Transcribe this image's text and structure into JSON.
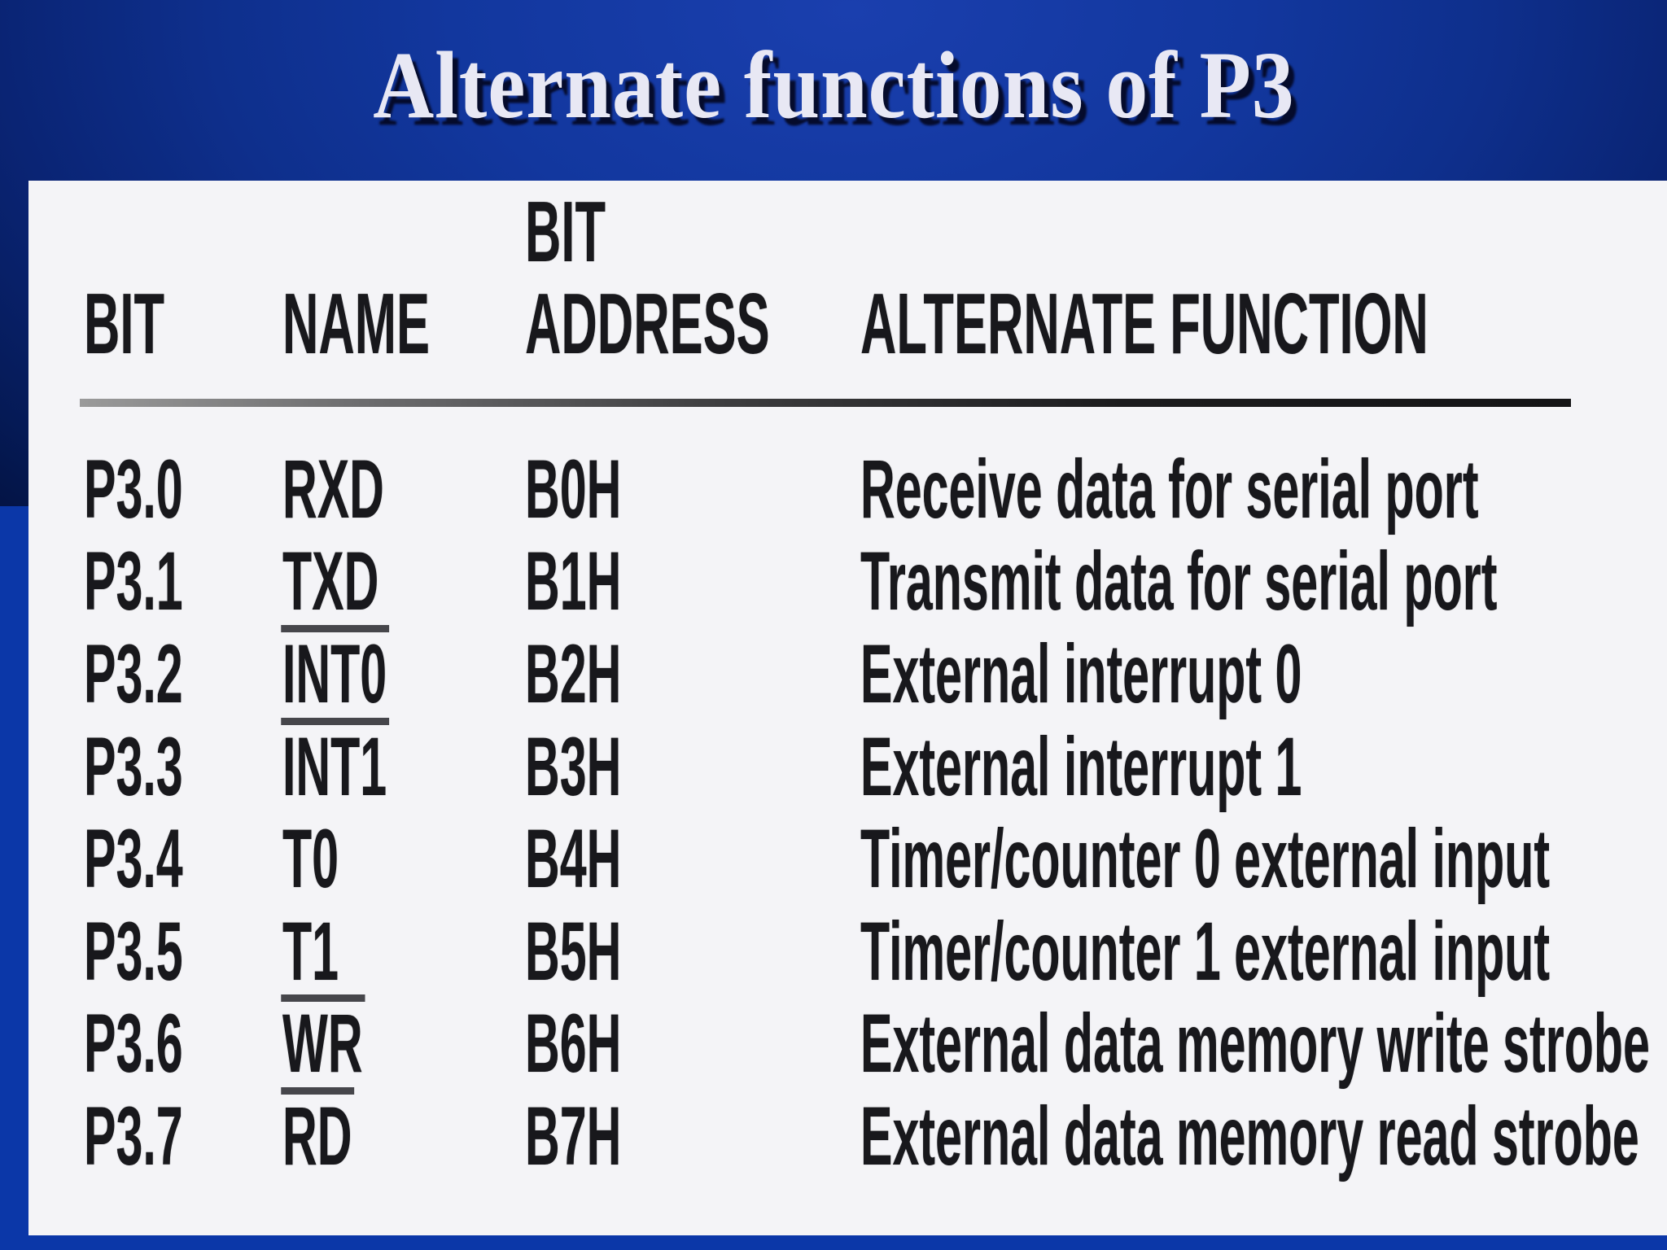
{
  "slide": {
    "title": "Alternate functions of P3"
  },
  "table": {
    "headers": {
      "col_bit": "BIT",
      "col_name": "NAME",
      "col_addr_line1": "BIT",
      "col_addr_line2": "ADDRESS",
      "col_func": "ALTERNATE FUNCTION"
    },
    "rows": [
      {
        "bit": "P3.0",
        "name": "RXD",
        "overline": false,
        "addr": "B0H",
        "func": "Receive data for serial port"
      },
      {
        "bit": "P3.1",
        "name": "TXD",
        "overline": false,
        "addr": "B1H",
        "func": "Transmit data for serial port"
      },
      {
        "bit": "P3.2",
        "name": "INT0",
        "overline": true,
        "addr": "B2H",
        "func": "External interrupt 0"
      },
      {
        "bit": "P3.3",
        "name": "INT1",
        "overline": true,
        "addr": "B3H",
        "func": "External interrupt 1"
      },
      {
        "bit": "P3.4",
        "name": "T0",
        "overline": false,
        "addr": "B4H",
        "func": "Timer/counter 0 external input"
      },
      {
        "bit": "P3.5",
        "name": "T1",
        "overline": false,
        "addr": "B5H",
        "func": "Timer/counter 1 external input"
      },
      {
        "bit": "P3.6",
        "name": "WR",
        "overline": true,
        "addr": "B6H",
        "func": "External data memory write strobe"
      },
      {
        "bit": "P3.7",
        "name": "RD",
        "overline": true,
        "addr": "B7H",
        "func": "External data memory read strobe"
      }
    ]
  },
  "colors": {
    "accent_blue": "#0b37a8",
    "paper": "#f4f4f7",
    "ink": "#18181c",
    "title_color": "#e8e8f4"
  }
}
